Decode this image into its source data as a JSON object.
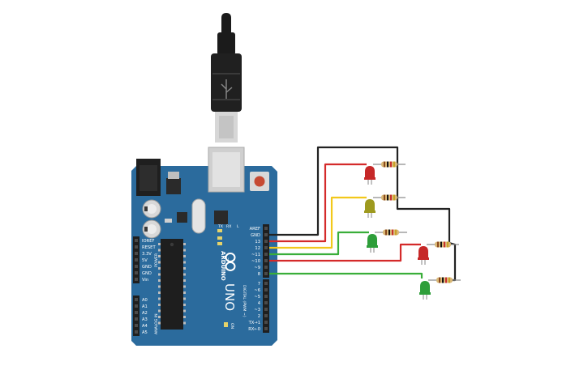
{
  "board": {
    "brand": "ARDUINO",
    "model": "UNO",
    "on_label": "ON",
    "tx_label": "TX",
    "rx_label": "RX",
    "l_label": "L",
    "power_header_title": "POWER",
    "analog_header_title": "ANALOG IN",
    "digital_header_title": "DIGITAL (PWM ~)",
    "power_pins": [
      "IOREF",
      "RESET",
      "3.3V",
      "5V",
      "GND",
      "GND",
      "Vin"
    ],
    "analog_pins": [
      "A0",
      "A1",
      "A2",
      "A3",
      "A4",
      "A5"
    ],
    "digital_top_pins": [
      "AREF",
      "GND",
      "13",
      "12",
      "~11",
      "~10",
      "~9",
      "8"
    ],
    "digital_bottom_pins": [
      "7",
      "~6",
      "~5",
      "4",
      "~3",
      "2",
      "TX→1",
      "RX←0"
    ]
  },
  "circuit": {
    "leds": [
      {
        "name": "led-red-1",
        "color": "#c62828",
        "pin": "13"
      },
      {
        "name": "led-yellow",
        "color": "#9e9a1f",
        "pin": "12"
      },
      {
        "name": "led-green-1",
        "color": "#2e9e3a",
        "pin": "11"
      },
      {
        "name": "led-red-2",
        "color": "#c62828",
        "pin": "10"
      },
      {
        "name": "led-green-2",
        "color": "#2e9e3a",
        "pin": "8"
      }
    ],
    "wire_colors": {
      "ground": "#222222",
      "red": "#d42a2a",
      "yellow": "#f2c81b",
      "green": "#3aae3a"
    },
    "board_color": "#2b6b9d"
  }
}
